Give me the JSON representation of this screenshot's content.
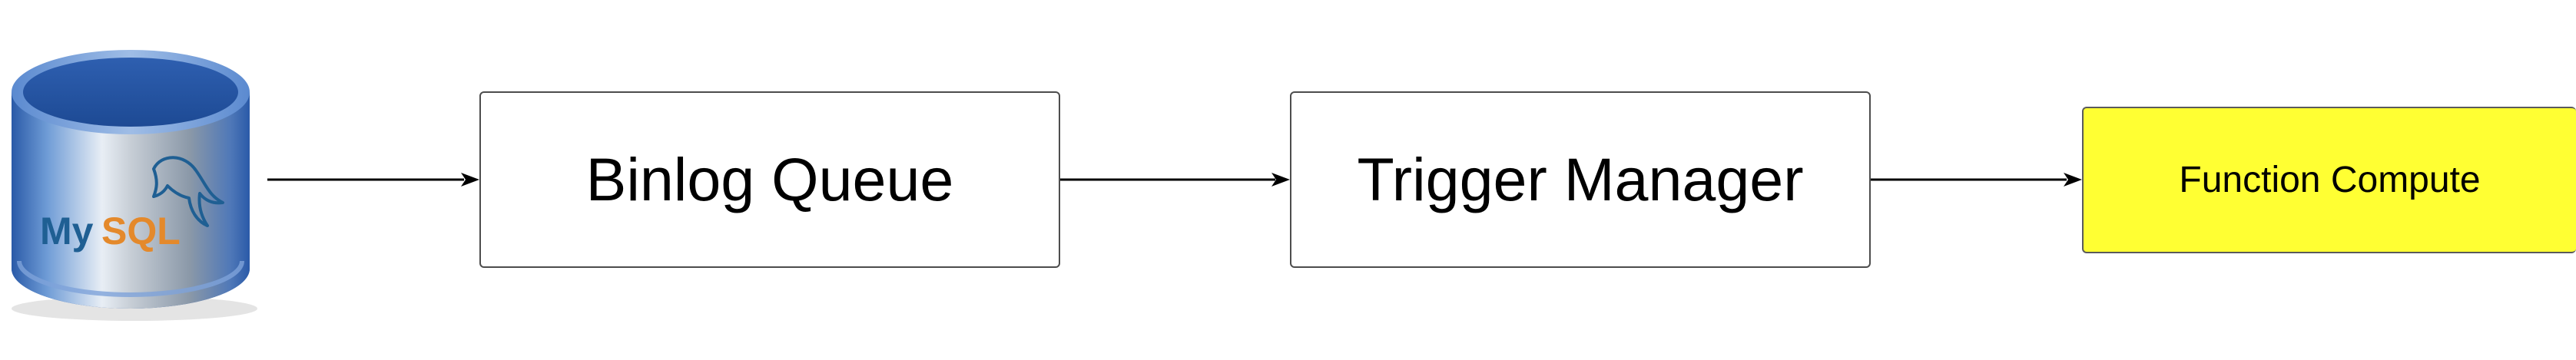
{
  "nodes": {
    "binlog_queue": {
      "label": "Binlog Queue"
    },
    "trigger_manager": {
      "label": "Trigger Manager"
    },
    "function_compute": {
      "label": "Function Compute",
      "fill": "#ffff33"
    }
  },
  "database": {
    "logo_text_a": "My",
    "logo_text_b": "SQL",
    "logo_color_a": "#1f5f93",
    "logo_color_b": "#e4892b",
    "cylinder_color": "#2f62b0"
  },
  "edges": [
    {
      "from": "mysql-database",
      "to": "binlog_queue"
    },
    {
      "from": "binlog_queue",
      "to": "trigger_manager"
    },
    {
      "from": "trigger_manager",
      "to": "function_compute"
    }
  ]
}
